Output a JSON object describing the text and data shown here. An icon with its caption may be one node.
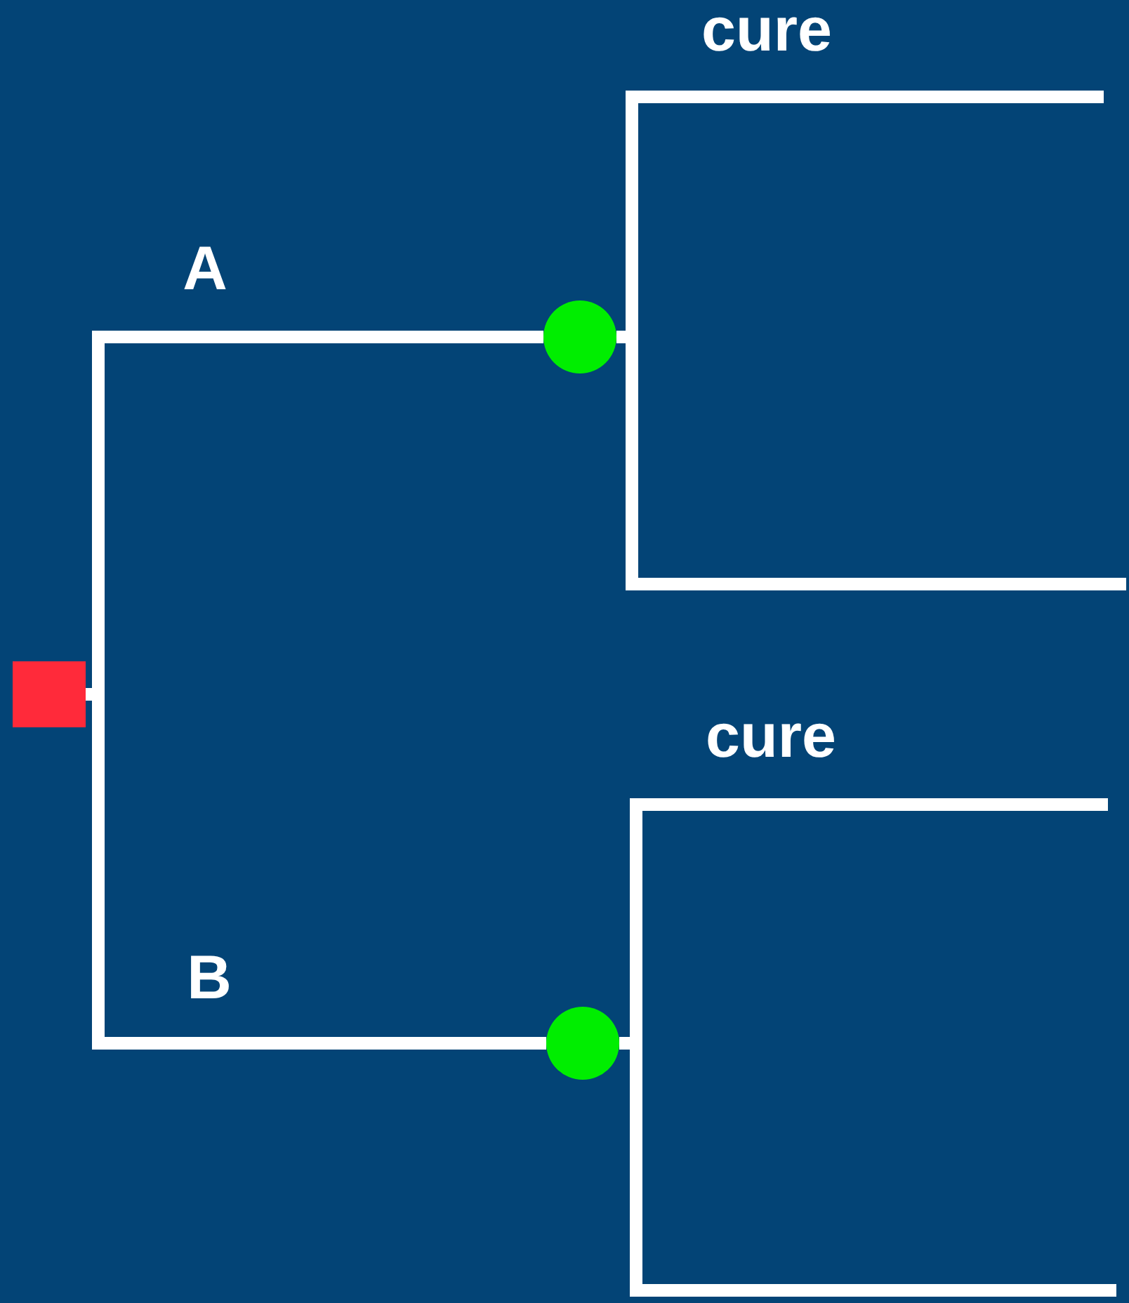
{
  "diagram": {
    "nodes": [
      {
        "text": [],
        "shape": "box"
      },
      {
        "text": [],
        "shape": "circle"
      },
      {
        "text": [],
        "shape": "circle"
      }
    ],
    "edges": [
      {
        "from": 0,
        "to": 1,
        "arrow": "none",
        "label": "A"
      },
      {
        "from": 0,
        "to": 2,
        "arrow": "none",
        "label": "B"
      },
      {
        "from": 1,
        "to": null,
        "arrow": "none",
        "label": "cure"
      },
      {
        "from": 1,
        "to": null,
        "arrow": "none"
      },
      {
        "from": 2,
        "to": null,
        "arrow": "none",
        "label": "cure"
      },
      {
        "from": 2,
        "to": null,
        "arrow": "none"
      }
    ]
  }
}
